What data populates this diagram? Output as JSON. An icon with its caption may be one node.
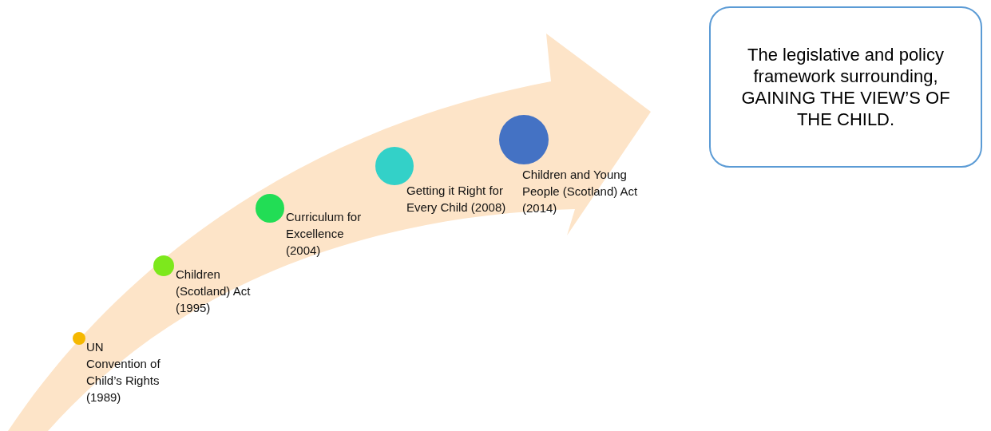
{
  "diagram": {
    "nodes": [
      {
        "text": [],
        "shape": "circle",
        "beside": [
          "UN Convention of Child’s Rights (1989)"
        ]
      },
      {
        "text": [],
        "shape": "circle",
        "beside": [
          "Children (Scotland) Act (1995)"
        ]
      },
      {
        "text": [],
        "shape": "circle",
        "beside": [
          "Curriculum for Excellence (2004)"
        ]
      },
      {
        "text": [],
        "shape": "circle",
        "beside": [
          "Getting it Right for Every Child (2008)"
        ]
      },
      {
        "text": [],
        "shape": "circle",
        "beside": [
          "Children and Young People (Scotland) Act (2014)"
        ]
      },
      {
        "text": [
          "The legislative and policy framework surrounding, GAINING THE VIEW’S OF THE CHILD."
        ]
      }
    ],
    "edges": []
  }
}
